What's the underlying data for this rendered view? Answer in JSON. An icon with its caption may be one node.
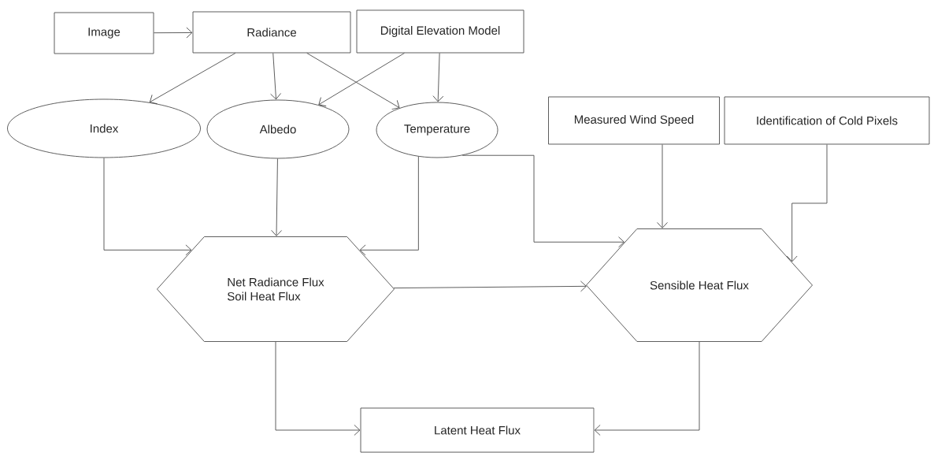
{
  "diagram": {
    "nodes": [
      {
        "text": [
          "Image"
        ]
      },
      {
        "text": [
          "Radiance"
        ]
      },
      {
        "text": [
          "Digital Elevation Model"
        ]
      },
      {
        "text": [
          "Index"
        ]
      },
      {
        "text": [
          "Albedo"
        ]
      },
      {
        "text": [
          "Temperature"
        ]
      },
      {
        "text": [
          "Measured Wind Speed"
        ]
      },
      {
        "text": [
          "Identification of Cold Pixels"
        ]
      },
      {
        "text": [
          "Net Radiance Flux",
          "Soil Heat Flux"
        ]
      },
      {
        "text": [
          "Sensible Heat Flux"
        ]
      },
      {
        "text": [
          "Latent Heat Flux"
        ]
      }
    ],
    "edges": [
      {
        "from": 0,
        "to": 1,
        "arrow": "to"
      },
      {
        "from": 1,
        "to": 3,
        "arrow": "to"
      },
      {
        "from": 1,
        "to": 4,
        "arrow": "to"
      },
      {
        "from": 1,
        "to": 5,
        "arrow": "to"
      },
      {
        "from": 2,
        "to": 4,
        "arrow": "to"
      },
      {
        "from": 2,
        "to": 5,
        "arrow": "to"
      },
      {
        "from": 3,
        "to": 8,
        "arrow": "to"
      },
      {
        "from": 4,
        "to": 8,
        "arrow": "to"
      },
      {
        "from": 5,
        "to": 8,
        "arrow": "to"
      },
      {
        "from": 5,
        "to": 9,
        "arrow": "to"
      },
      {
        "from": 6,
        "to": 9,
        "arrow": "to"
      },
      {
        "from": 7,
        "to": 9,
        "arrow": "to"
      },
      {
        "from": 8,
        "to": 9,
        "arrow": "to"
      },
      {
        "from": 8,
        "to": 10,
        "arrow": "to"
      },
      {
        "from": 9,
        "to": 10,
        "arrow": "to"
      }
    ]
  }
}
